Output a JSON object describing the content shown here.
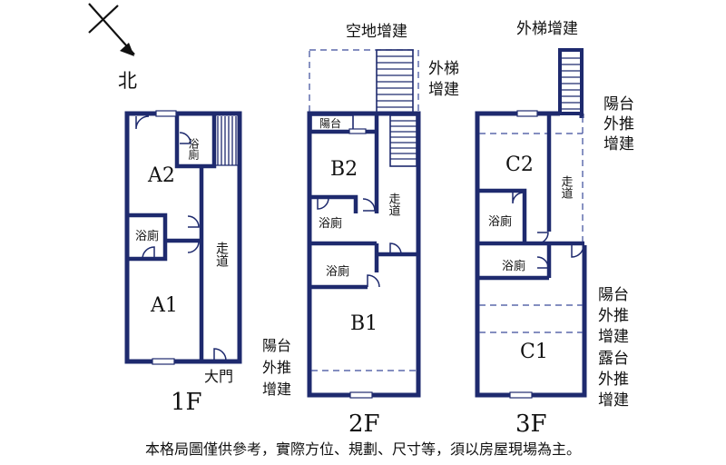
{
  "compass": {
    "north": "北"
  },
  "floors": {
    "f1": {
      "name": "1F",
      "rooms": {
        "a2": "A2",
        "a1": "A1"
      },
      "bath_upper": "浴廁",
      "bath_lower": "浴廁",
      "corridor": "走道",
      "main_door": "大門"
    },
    "f2": {
      "name": "2F",
      "rooms": {
        "b2": "B2",
        "b1": "B1"
      },
      "balcony": "陽台",
      "bath_upper": "浴廁",
      "bath_lower": "浴廁",
      "corridor": "走道",
      "annex_empty_lot": "空地增建",
      "annex_stairs": [
        "外梯",
        "增建"
      ],
      "balcony_ext": [
        "陽台",
        "外推",
        "增建"
      ]
    },
    "f3": {
      "name": "3F",
      "rooms": {
        "c2": "C2",
        "c1": "C1"
      },
      "bath_upper": "浴廁",
      "bath_lower": "浴廁",
      "corridor": "走道",
      "annex_stairs": "外梯增建",
      "balcony_ext_top": [
        "陽台",
        "外推",
        "增建"
      ],
      "balcony_ext_mid": [
        "陽台",
        "外推",
        "增建"
      ],
      "terrace_ext": [
        "露台",
        "外推",
        "增建"
      ]
    }
  },
  "footer": {
    "disclaimer": "本格局圖僅供參考，實際方位、規劃、尺寸等，須以房屋現場為主。"
  },
  "colors": {
    "wall": "#1e2a6e",
    "text": "#111111"
  }
}
